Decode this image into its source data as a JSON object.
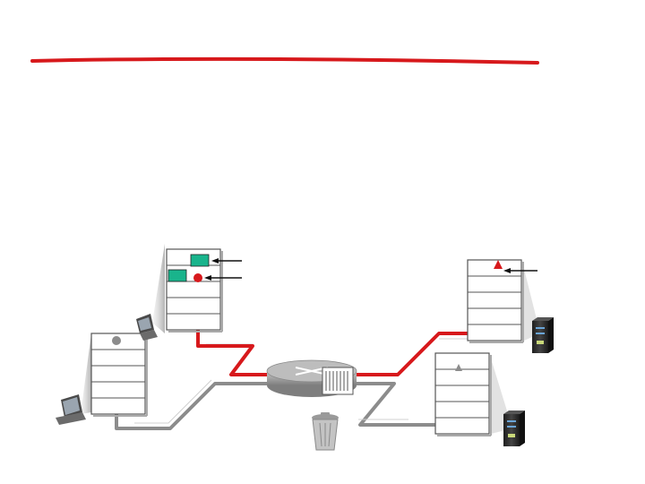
{
  "title": "",
  "colors": {
    "accent_red": "#d7191c",
    "link_gray": "#8c8c8c",
    "segment_green": "#19b48c",
    "stack_border": "#555555",
    "stack_fill": "#ffffff",
    "router_fill": "#a7a7a7",
    "server_dark": "#2b2b2b"
  },
  "icons": {
    "host_left_top": "laptop-icon",
    "host_left_bottom": "laptop-icon",
    "router": "router-icon",
    "trash": "trash-can-icon",
    "server_top": "server-icon",
    "server_bottom": "server-icon"
  },
  "protocol_stacks": [
    {
      "id": "stack-sender",
      "layers": 5,
      "top_layer_segment": true,
      "second_layer_segment": true
    },
    {
      "id": "stack-source",
      "layers": 5
    },
    {
      "id": "stack-receiver",
      "layers": 5
    },
    {
      "id": "stack-dest",
      "layers": 5
    }
  ]
}
